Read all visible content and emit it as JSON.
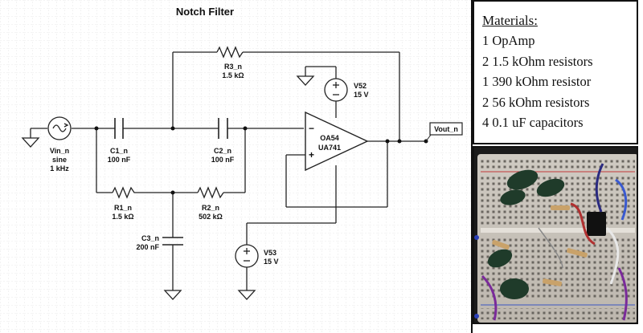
{
  "diagram": {
    "title": "Notch Filter",
    "components": {
      "vin": {
        "name": "Vin_n",
        "type": "sine",
        "freq": "1 kHz"
      },
      "c1": {
        "name": "C1_n",
        "value": "100 nF"
      },
      "c2": {
        "name": "C2_n",
        "value": "100 nF"
      },
      "c3": {
        "name": "C3_n",
        "value": "200 nF"
      },
      "r1": {
        "name": "R1_n",
        "value": "1.5 kΩ"
      },
      "r2": {
        "name": "R2_n",
        "value": "502 kΩ"
      },
      "r3": {
        "name": "R3_n",
        "value": "1.5 kΩ"
      },
      "v52": {
        "name": "V52",
        "value": "15 V"
      },
      "v53": {
        "name": "V53",
        "value": "15 V"
      },
      "opamp": {
        "name": "OA54",
        "part": "UA741",
        "minus": "−",
        "plus": "+"
      },
      "vout": {
        "name": "Vout_n"
      }
    }
  },
  "materials": {
    "title": "Materials:",
    "items": [
      "1 OpAmp",
      "2 1.5 kOhm resistors",
      "1 390 kOhm resistor",
      "2 56 kOhm resistors",
      "4 0.1 uF capacitors"
    ]
  }
}
